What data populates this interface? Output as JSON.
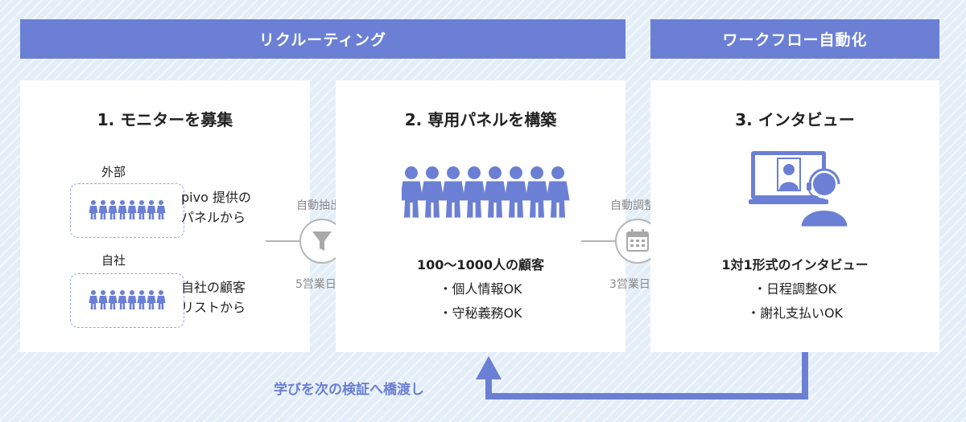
{
  "banners": {
    "recruiting": "リクルーティング",
    "automation": "ワークフロー自動化"
  },
  "steps": {
    "step1": {
      "title": "1. モニターを募集",
      "external_label": "外部",
      "external_desc_line1": "pivo 提供の",
      "external_desc_line2": "パネルから",
      "internal_label": "自社",
      "internal_desc_line1": "自社の顧客",
      "internal_desc_line2": "リストから"
    },
    "step2": {
      "title": "2. 専用パネルを構築",
      "summary": "100〜1000人の顧客",
      "bullet1": "・個人情報OK",
      "bullet2": "・守秘義務OK"
    },
    "step3": {
      "title": "3. インタビュー",
      "summary": "1対1形式のインタビュー",
      "bullet1": "・日程調整OK",
      "bullet2": "・謝礼支払いOK"
    }
  },
  "connectors": {
    "c1": {
      "top": "自動抽出",
      "bottom": "5営業日-",
      "icon": "filter-icon"
    },
    "c2": {
      "top": "自動調整",
      "bottom": "3営業日-",
      "icon": "calendar-icon"
    }
  },
  "feedback": {
    "label": "学びを次の検証へ橋渡し"
  },
  "colors": {
    "accent": "#6b7fd4",
    "people": "#6b7fd4",
    "gray": "#b5b5b5"
  }
}
